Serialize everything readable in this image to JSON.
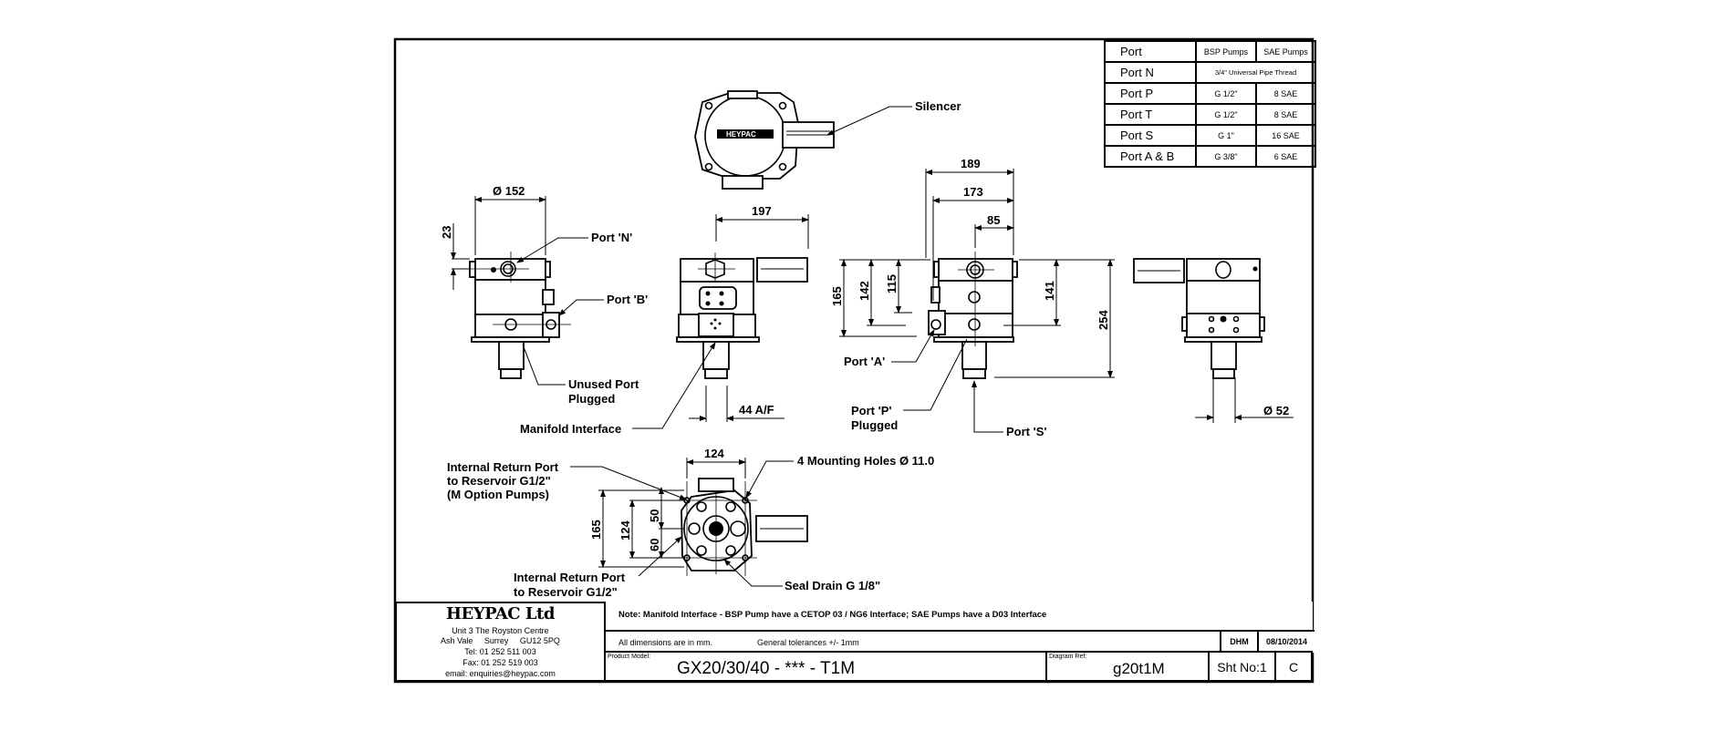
{
  "drawing": {
    "views": {
      "top_view": {
        "callouts": [
          "Silencer"
        ],
        "logo_text": "HEYPAC"
      },
      "side_view_left": {
        "dims": [
          "Ø 152",
          "23"
        ],
        "callouts": [
          "Port 'N'",
          "Port 'B'",
          "Unused Port",
          "Plugged"
        ]
      },
      "front_view": {
        "dims": [
          "197",
          "44  A/F"
        ],
        "callouts": [
          "Manifold Interface"
        ]
      },
      "side_view_right": {
        "dims": [
          "189",
          "173",
          "85",
          "165",
          "142",
          "115",
          "141",
          "254"
        ],
        "callouts": [
          "Port 'A'",
          "Port 'P'",
          "Plugged",
          "Port 'S'"
        ]
      },
      "rear_view": {
        "dims": [
          "Ø 52"
        ]
      },
      "bottom_view": {
        "dims": [
          "124",
          "165",
          "124",
          "50",
          "60"
        ],
        "callouts": [
          "4 Mounting Holes Ø 11.0",
          "Internal Return Port",
          "to Reservoir G1/2\"",
          "(M Option Pumps)",
          "Internal Return Port",
          "to Reservoir G1/2\"",
          "Seal Drain G 1/8\""
        ]
      }
    }
  },
  "port_table": {
    "headers": [
      "Port",
      "BSP Pumps",
      "SAE Pumps"
    ],
    "rows": [
      {
        "port": "Port N",
        "bsp": "3/4\" Universal  Pipe Thread",
        "sae": ""
      },
      {
        "port": "Port P",
        "bsp": "G 1/2\"",
        "sae": "8 SAE"
      },
      {
        "port": "Port T",
        "bsp": "G 1/2\"",
        "sae": "8 SAE"
      },
      {
        "port": "Port S",
        "bsp": "G 1\"",
        "sae": "16 SAE"
      },
      {
        "port": "Port A & B",
        "bsp": "G 3/8\"",
        "sae": "6 SAE"
      }
    ]
  },
  "title_block": {
    "company": "HEYPAC Ltd",
    "address_line1": "Unit 3 The Royston Centre",
    "address_line2": "Ash Vale     Surrey     GU12 5PQ",
    "tel": "Tel: 01 252 511 003",
    "fax": "Fax: 01 252 519 003",
    "email": "email: enquiries@heypac.com",
    "note": "Note: Manifold Interface - BSP Pump have a CETOP 03 / NG6 Interface;  SAE Pumps have a D03 Interface",
    "dimensions_note": "All dimensions are in mm.",
    "tolerance_note": "General tolerances +/- 1mm",
    "drawn_by": "DHM",
    "date": "08/10/2014",
    "product_model_label": "Product Model:",
    "product_model": "GX20/30/40 - *** - T1M",
    "diagram_ref_label": "Diagram Ref:",
    "diagram_ref": "g20t1M",
    "sheet_no": "Sht No:1",
    "revision": "C"
  }
}
